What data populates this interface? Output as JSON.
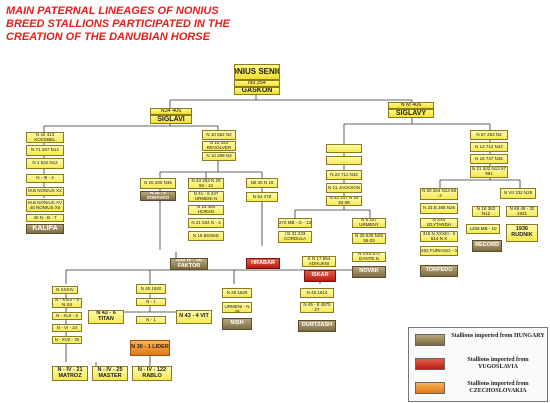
{
  "title": {
    "line1": "MAIN PATERNAL  LINEAGES OF NONIUS",
    "line2": "BREED STALLIONS PARTICIPATED IN THE",
    "line3": "CREATION OF THE DANUBIAN HORSE"
  },
  "colors": {
    "title": "#e4201e",
    "hungary": "#8a7850",
    "yugoslavia": "#c0281a",
    "czechoslovakia": "#ec8a25",
    "node": "#f5e642"
  },
  "nodes": {
    "nonius_senior": "NONIUS SENIOR",
    "n354": "N9 354",
    "gaskon": "GASKON",
    "n34_406": "N34 406",
    "siglavi_l": "SIGLAVI",
    "n406": "N M 406",
    "siglavy_r": "SIGLAVY",
    "l1": "N 42 413 KOCEBEL",
    "l2": "N 71 287 N12",
    "l3": "N 1 532 N12",
    "l4": "N - III - 4",
    "l5": "M.B NONIUS XX",
    "l6": "M.B NONIUS XV 40 NONIUS XII",
    "l7": "40 N - B - 7",
    "kalifa": "KALIFA",
    "c1": "N 10 852 N2",
    "c2": "N 15 183 REVOLVER",
    "c3": "N 10 268 N3",
    "c4": "N 26 280 N36",
    "zoravko": "N 29 - 6 ZORAVKO",
    "c5": "N 43 263 N 29 50 - 12",
    "c6": "N 41 - 6 247 URMENI N",
    "c7": "N 15 464 HORAN",
    "c8": "N 21 534 N - 3",
    "c9": "N 15 BOSKE",
    "faktor": "530 N - 36 FAKTOR",
    "c10": "N8 30 N 16",
    "c11": "N 54 479",
    "m1": "N 24 711 N42",
    "m2": "N 21 JACKSON",
    "m3": "N 42 247 N 16 83 08",
    "m4": "270 MB - G - 13",
    "m5": "I N 31 233 CORDULA",
    "m6": "N 5 337 URMENY",
    "m7": "N 25 545 N29 59 03",
    "m8": "N XXII 572 DANTE N",
    "hrabar": "HRABAR",
    "m9": "K N 17 554 ADHUKNI",
    "iskar": "ISKAR",
    "novak": "NOVAK",
    "r1": "N 57 253 N2",
    "r2": "N 12 712 N42",
    "r3": "N 16 747 N35",
    "r4": "N 21 532 N13 87 991",
    "r5": "N 50 264 N13 58 - 3",
    "r6": "N 33 B 388 N28",
    "r7": "N XXII IZLYTARDH",
    "r8": "315 N XXXIII - 5 514 N X",
    "r9": "402 FURIOSO - 4",
    "torpedo": "TORPEDO",
    "r10": "N VII 332 N29",
    "r11": "N 18 363 N12",
    "r12": "N 65 48 - 32 1921",
    "r13": "1259 MB - 10",
    "record": "RECORD",
    "r14": "1936 RUDNIK",
    "b1": "N XXXIV",
    "b2": "N - XXIV - 9 N XII",
    "b3": "N - XLII - 8",
    "b4": "N - VI - 24",
    "b5": "N - XVII - 30",
    "b6": "N 45 1920",
    "b7": "N - 1",
    "b8": "N 43 - 6 TITAN",
    "b9": "N - 1",
    "b10": "N 43 - 4 VIT",
    "lider": "N 30 - 1 LIDER",
    "matroz": "N - IV - 21 MATROZ",
    "master": "N - IV - 25 MASTER",
    "rablo": "N - IV - 122 RABLO",
    "b11": "N 28 1929",
    "b12": "N 39 URMENI - N 29",
    "nish": "NISH",
    "b13": "N 45 1914",
    "b14": "N 45 - 8 4575 27",
    "durtzash": "DURTZASH"
  },
  "legend": {
    "hungary": "Stallions imported from HUNGARY",
    "yugoslavia": "Stallions imported from YUGOSLAVIA",
    "czechoslovakia": "Stallions imported from CZECHOSLOVAKIA"
  }
}
